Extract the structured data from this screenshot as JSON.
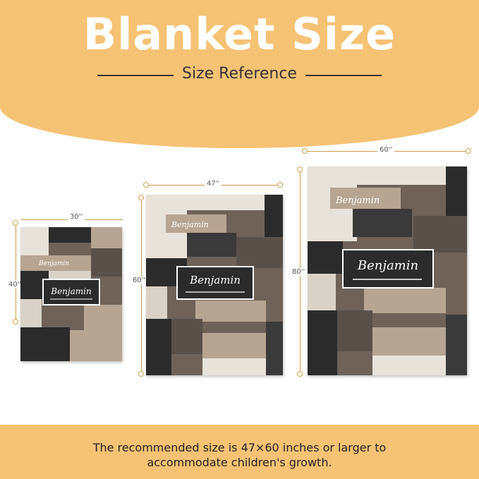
{
  "header": {
    "title": "Blanket Size",
    "subtitle": "Size Reference"
  },
  "blankets": [
    {
      "width_label": "30''",
      "height_label": "40''",
      "name": "Benjamin"
    },
    {
      "width_label": "47''",
      "height_label": "60''",
      "name": "Benjamin"
    },
    {
      "width_label": "60''",
      "height_label": "80''",
      "name": "Benjamin"
    }
  ],
  "footer": {
    "note_line1": "The recommended size is 47×60 inches or larger to",
    "note_line2": "accommodate children's growth."
  },
  "colors": {
    "accent": "#f6c274",
    "dark": "#2b2b2b",
    "tan": "#b6a593",
    "wood": "#6e6259"
  }
}
